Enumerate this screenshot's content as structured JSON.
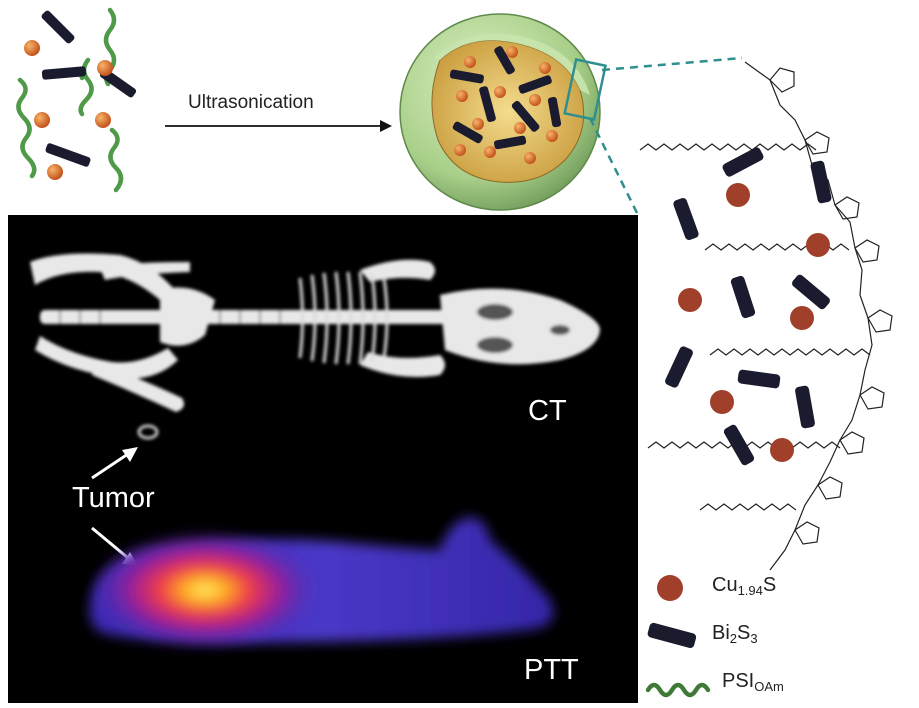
{
  "process": {
    "step_label": "Ultrasonication"
  },
  "imaging": {
    "ct_label": "CT",
    "ptt_label": "PTT",
    "tumor_label": "Tumor"
  },
  "legend": {
    "items": [
      {
        "name": "Cu",
        "sub": "1.94",
        "tail": "S",
        "icon": "sphere-icon",
        "color": "#a0402a"
      },
      {
        "name": "Bi",
        "sub": "2",
        "tail": "S",
        "sub2": "3",
        "icon": "rod-icon",
        "color": "#1b1b2e"
      },
      {
        "name": "PSI",
        "sub": "OAm",
        "tail": "",
        "icon": "wavy-chain-icon",
        "color": "#3f7a38"
      }
    ]
  },
  "colors": {
    "nanoparticle": "#d9722e",
    "nanorod": "#1b1b30",
    "polymer_chain": "#4f9a48",
    "shell": "#a9cf8c",
    "callout_line": "#2f8f8f"
  }
}
